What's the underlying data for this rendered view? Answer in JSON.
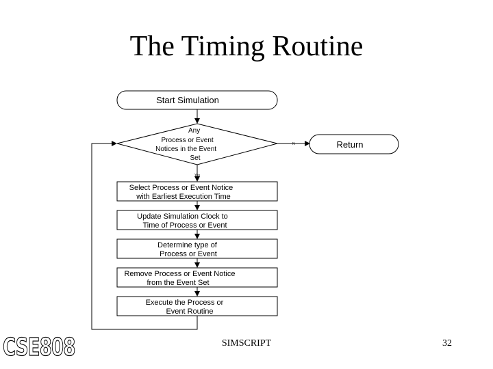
{
  "slide": {
    "title": "The Timing Routine",
    "footer": "SIMSCRIPT",
    "page_number": "32",
    "logo_text": "CSE808"
  },
  "flowchart": {
    "start": "Start Simulation",
    "decision": [
      "Any",
      "Process or Event",
      "Notices in the Event",
      "Set"
    ],
    "no_label": "N",
    "yes_label": "Yes",
    "return": "Return",
    "steps": [
      [
        "Select Process or Event Notice",
        "with Earliest Execution Time"
      ],
      [
        "Update Simulation Clock to",
        "Time of Process or Event"
      ],
      [
        "Determine type of",
        "Process or Event"
      ],
      [
        "Remove Process or Event Notice",
        "from the Event Set"
      ],
      [
        "Execute the Process or",
        "Event Routine"
      ]
    ]
  }
}
